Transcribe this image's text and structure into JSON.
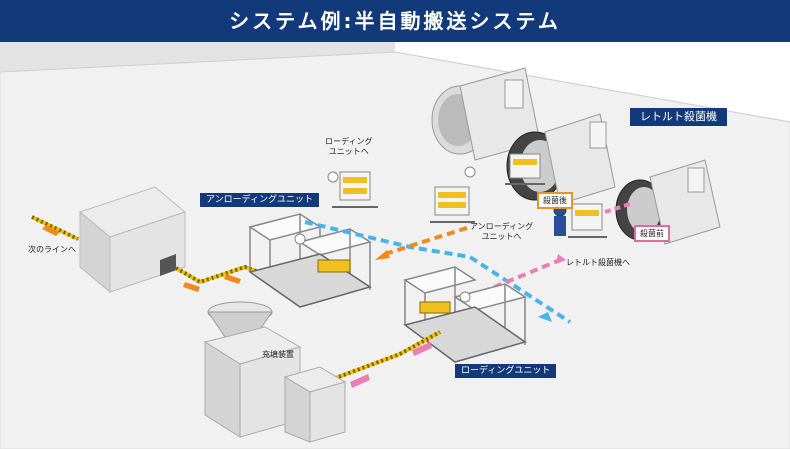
{
  "title": "システム例:半自動搬送システム",
  "labels": {
    "next_line": "次のラインへ",
    "filling": "充填装置",
    "to_loading_top": "ローディング\nユニットへ",
    "to_unloading": "アンローディング\nユニットへ",
    "to_retort": "レトルト殺菌機へ"
  },
  "badges": {
    "unloading_unit": "アンローディングユニット",
    "loading_unit": "ローディングユニット",
    "retort": "レトルト殺菌機",
    "after": "殺菌後",
    "before": "殺菌前"
  },
  "colors": {
    "title_bg": "#123a7a",
    "orange_flow": "#f08a1c",
    "blue_flow": "#47b4ea",
    "pink_flow": "#ea7fb4"
  }
}
